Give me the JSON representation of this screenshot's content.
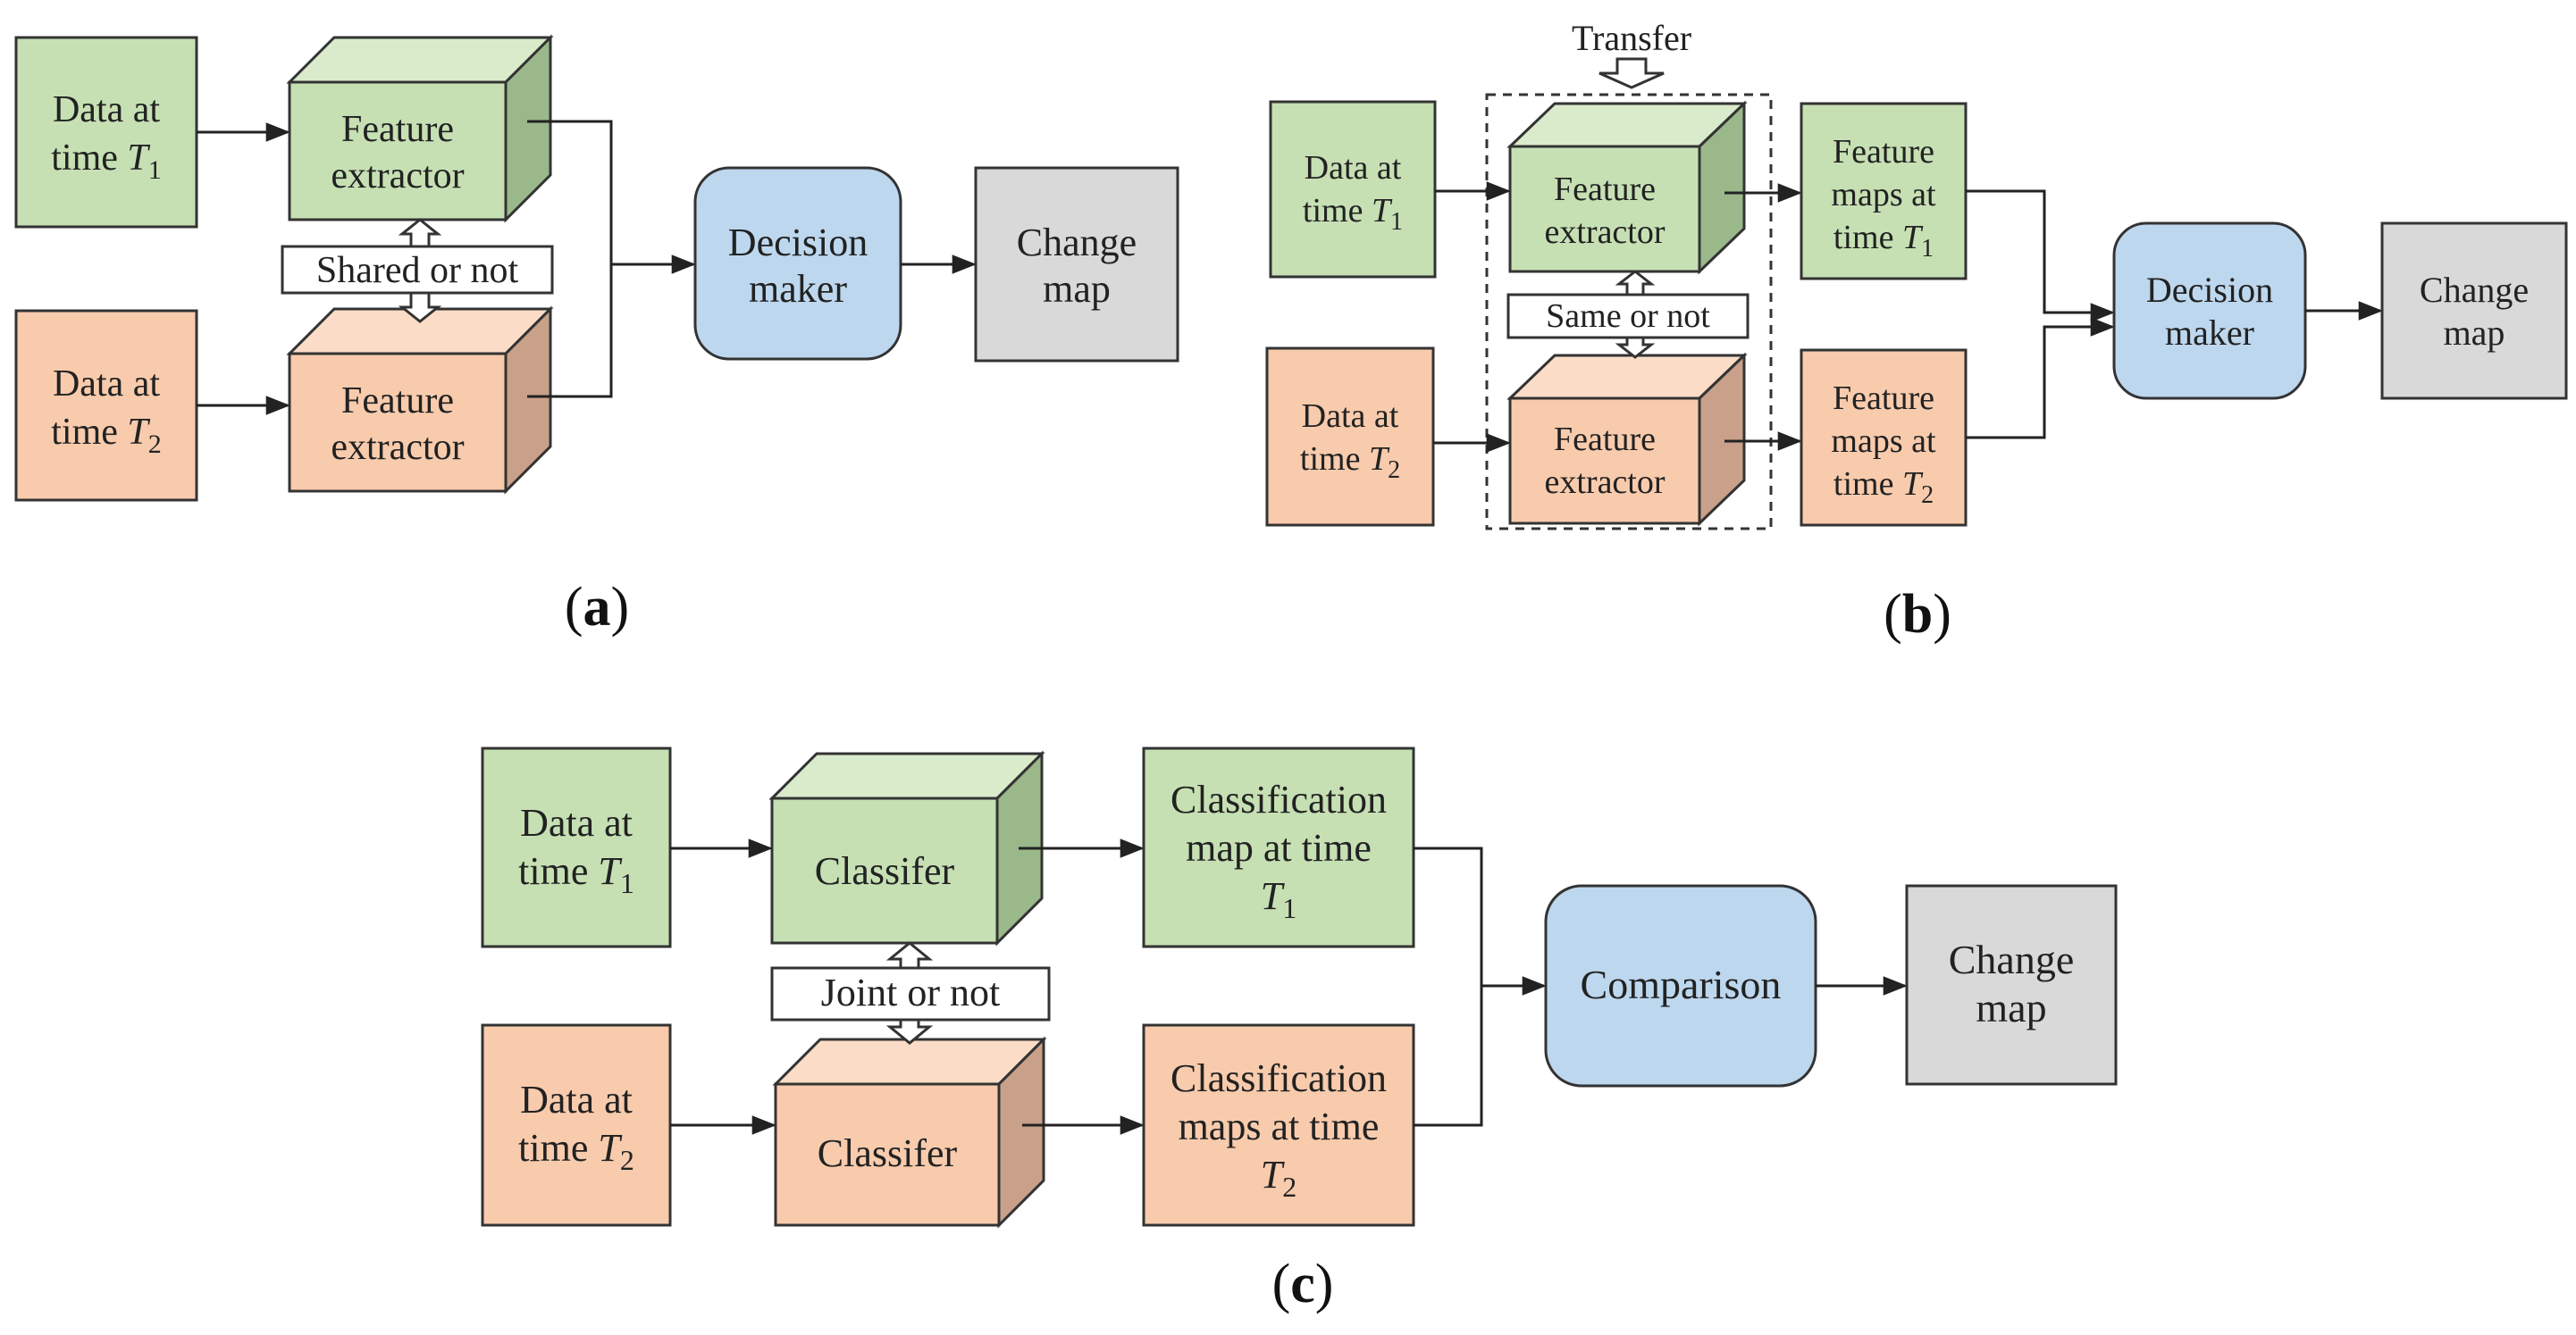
{
  "colors": {
    "green_fill": "#c6e0b4",
    "green_top": "#d9ebcb",
    "green_side": "#9ab88a",
    "orange_fill": "#f8cbad",
    "orange_top": "#fbdcc6",
    "orange_side": "#c9a089",
    "blue_fill": "#bdd7ee",
    "gray_fill": "#d9d9d9",
    "stroke": "#333333"
  },
  "panel_a": {
    "data_t1": [
      "Data at",
      "time"
    ],
    "data_t2": [
      "Data at",
      "time"
    ],
    "sub1": "1",
    "sub2": "2",
    "T": "T",
    "extractor_top": [
      "Feature",
      "extractor"
    ],
    "extractor_bottom": [
      "Feature",
      "extractor"
    ],
    "shared_label": "Shared or not",
    "decision": [
      "Decision",
      "maker"
    ],
    "change": [
      "Change",
      "map"
    ],
    "caption_paren_l": "(",
    "caption_letter": "a",
    "caption_paren_r": ")"
  },
  "panel_b": {
    "transfer_label": "Transfer",
    "data_t1": [
      "Data at",
      "time"
    ],
    "data_t2": [
      "Data at",
      "time"
    ],
    "sub1": "1",
    "sub2": "2",
    "T": "T",
    "extractor_top": [
      "Feature",
      "extractor"
    ],
    "extractor_bottom": [
      "Feature",
      "extractor"
    ],
    "same_label": "Same or not",
    "maps_t1": [
      "Feature",
      "maps at",
      "time"
    ],
    "maps_t2": [
      "Feature",
      "maps at",
      "time"
    ],
    "decision": [
      "Decision",
      "maker"
    ],
    "change": [
      "Change",
      "map"
    ],
    "caption_paren_l": "(",
    "caption_letter": "b",
    "caption_paren_r": ")"
  },
  "panel_c": {
    "data_t1": [
      "Data at",
      "time"
    ],
    "data_t2": [
      "Data at",
      "time"
    ],
    "sub1": "1",
    "sub2": "2",
    "T": "T",
    "classifier_top": "Classifer",
    "classifier_bottom": "Classifer",
    "joint_label": "Joint or not",
    "class_map_t1": [
      "Classification",
      "map at time"
    ],
    "class_map_t2": [
      "Classification",
      "maps at time"
    ],
    "comparison": "Comparison",
    "change": [
      "Change",
      "map"
    ],
    "caption_paren_l": "(",
    "caption_letter": "c",
    "caption_paren_r": ")"
  }
}
